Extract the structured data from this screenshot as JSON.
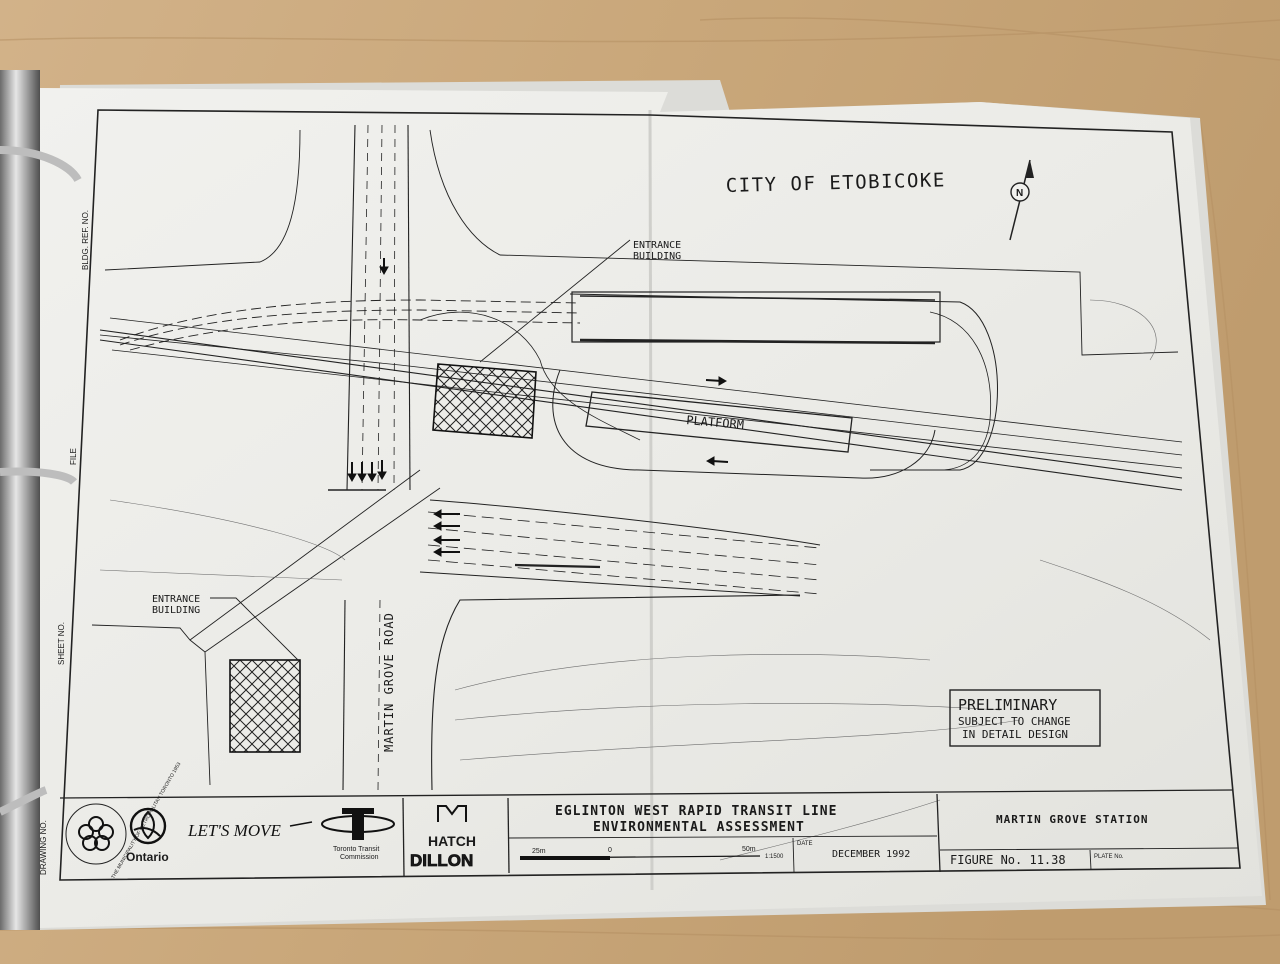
{
  "plan": {
    "city": "CITY OF ETOBICOKE",
    "entrance_top": [
      "ENTRANCE",
      "BUILDING"
    ],
    "entrance_left": [
      "ENTRANCE",
      "BUILDING"
    ],
    "platform": "PLATFORM",
    "road": "MARTIN GROVE ROAD",
    "north_mark": "N",
    "notice": {
      "title": "PRELIMINARY",
      "line1": "SUBJECT TO CHANGE",
      "line2": "IN DETAIL DESIGN"
    }
  },
  "margin_labels": {
    "bldg_ref": "BLDG. REF. NO.",
    "file": "FILE",
    "sheet": "SHEET NO.",
    "drawing": "DRAWING NO."
  },
  "title_block": {
    "metro_ring": "THE MUNICIPALITY OF METROPOLITAN TORONTO 1953",
    "ontario": "Ontario",
    "slogan": "LET'S MOVE",
    "ttc": [
      "Toronto Transit",
      "Commission"
    ],
    "hatch": "HATCH",
    "dillon": "DILLON",
    "project_line1": "EGLINTON WEST RAPID TRANSIT LINE",
    "project_line2": "ENVIRONMENTAL ASSESSMENT",
    "scale_left": "25m",
    "scale_zero": "0",
    "scale_right": "50m",
    "scale_ratio": "1:1500",
    "date_label": "DATE",
    "date": "DECEMBER 1992",
    "station": "MARTIN GROVE STATION",
    "figure": "FIGURE No. 11.38",
    "plate_label": "PLATE No."
  }
}
